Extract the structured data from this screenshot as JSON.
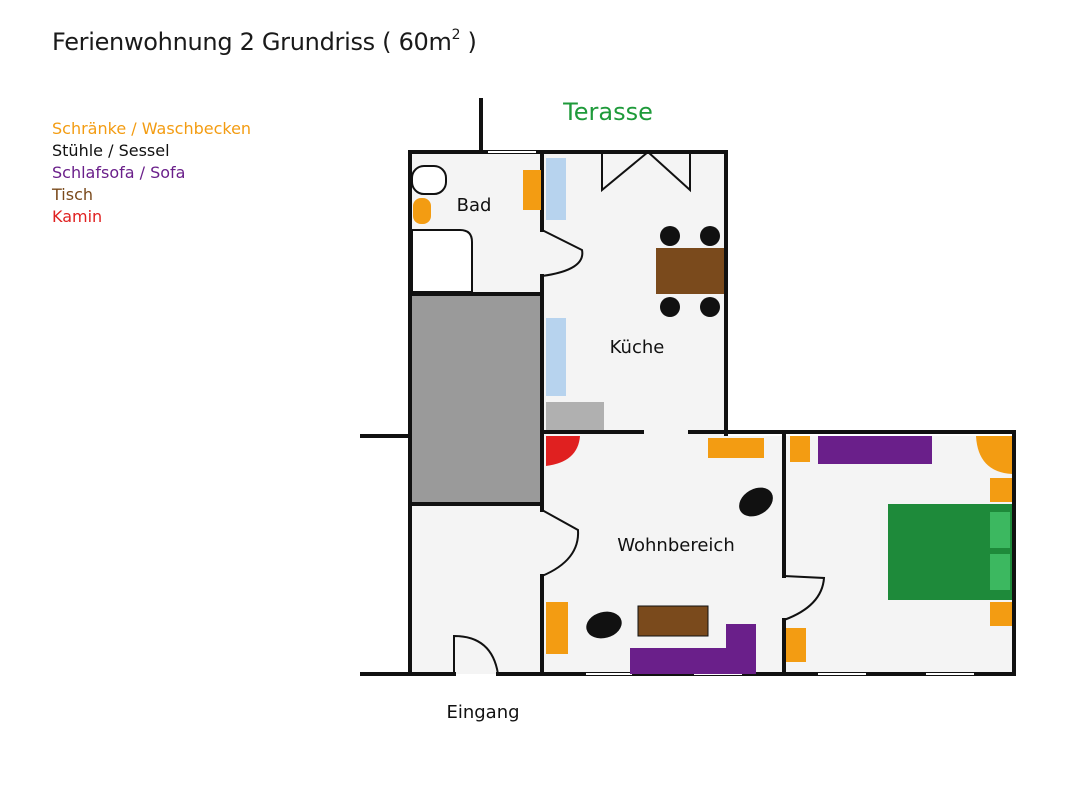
{
  "title": "Ferienwohnung 2 Grundriss ( 60m",
  "title_sup": "2",
  "title_end": " )",
  "legend": [
    {
      "label": "Schränke / Waschbecken",
      "color": "#f39c12"
    },
    {
      "label": "Stühle / Sessel",
      "color": "#111111"
    },
    {
      "label": "Schlafsofa / Sofa",
      "color": "#6a1f8a"
    },
    {
      "label": "Tisch",
      "color": "#7a4a1c"
    },
    {
      "label": "Kamin",
      "color": "#e02020"
    }
  ],
  "rooms": {
    "terrace": "Terasse",
    "bath": "Bad",
    "kitchen": "Küche",
    "living": "Wohnbereich",
    "entrance": "Eingang"
  },
  "colors": {
    "wall": "#111111",
    "floor": "#f4f4f4",
    "storage": "#9a9a9a",
    "cabinet": "#f39c12",
    "window": "#b7d3ee",
    "sofa": "#6a1f8a",
    "table": "#7a4a1c",
    "chair": "#111111",
    "fireplace": "#e02020",
    "bed": "#1e8a3a",
    "pillow": "#3cb860",
    "terrace_text": "#1e9a3a"
  }
}
